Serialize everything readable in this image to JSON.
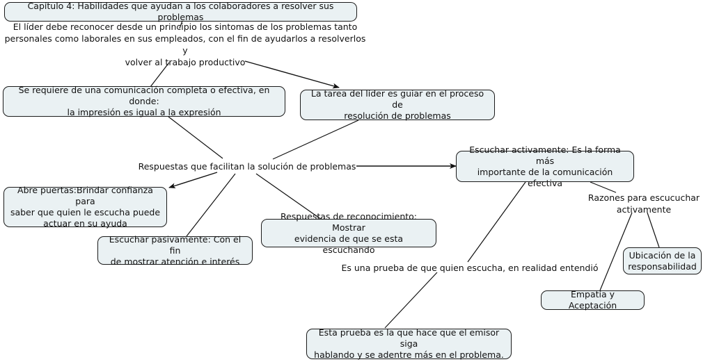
{
  "diagram": {
    "type": "concept-map",
    "title": "Capítulo 4: Habilidades que ayudan a los colaboradores a resolver sus problemas",
    "background_color": "#ffffff",
    "node_fill_color": "#eaf1f3",
    "node_border_color": "#1a1a1a",
    "text_color": "#111111"
  },
  "nodes": [
    {
      "id": "chapter",
      "text": "Capítulo 4: Habilidades que ayudan a los colaboradores a resolver sus problemas",
      "boxed": true
    },
    {
      "id": "leader-recognize",
      "text": "El líder debe reconocer desde un principio los sintomas de los problemas tanto\npersonales como laborales en sus empleados, con el fin de ayudarlos a resolverlos y\nvolver al trabajo productivo",
      "boxed": false
    },
    {
      "id": "communication",
      "text": "Se requiere de una comunicación completa o efectiva, en donde:\nla impresión es igual a la expresión",
      "boxed": true
    },
    {
      "id": "leader-task",
      "text": "La tarea del líder es guiar en el proceso de\nresolución de problemas",
      "boxed": true
    },
    {
      "id": "facilitating-answers",
      "text": "Respuestas que facilitan la solución de problemas",
      "boxed": false
    },
    {
      "id": "active-listening",
      "text": "Escuchar activamente: Es la forma más\nimportante de la comunicación efectiva",
      "boxed": true
    },
    {
      "id": "open-doors",
      "text": "Abre puertas:Brindar confianza para\nsaber que quien le escucha puede\nactuar en su ayuda",
      "boxed": true
    },
    {
      "id": "passive-listening",
      "text": "Escuchar pasivamente: Con el fin\nde mostrar atención e interés",
      "boxed": true
    },
    {
      "id": "acknowledgement-answers",
      "text": "Respuestas de reconocimiento: Mostrar\nevidencia de que se esta escuchando",
      "boxed": true
    },
    {
      "id": "reasons",
      "text": "Razones para escucuchar\nactivamente",
      "boxed": false
    },
    {
      "id": "responsibility",
      "text": "Ubicación de la\nresponsabilidad",
      "boxed": true
    },
    {
      "id": "empathy",
      "text": "Empatía y Aceptación",
      "boxed": true
    },
    {
      "id": "proof",
      "text": "Es una prueba de que quien escucha, en realidad entendió",
      "boxed": false
    },
    {
      "id": "proof-effect",
      "text": "Esta prueba es la que hace que el emisor siga\nhablando y se adentre más en el problema.",
      "boxed": true
    }
  ],
  "edges": [
    {
      "from": "chapter",
      "to": "leader-recognize",
      "arrow": false
    },
    {
      "from": "leader-recognize",
      "to": "communication",
      "arrow": false
    },
    {
      "from": "leader-recognize",
      "to": "leader-task",
      "arrow": true
    },
    {
      "from": "communication",
      "to": "facilitating-answers",
      "arrow": false
    },
    {
      "from": "leader-task",
      "to": "facilitating-answers",
      "arrow": false
    },
    {
      "from": "facilitating-answers",
      "to": "active-listening",
      "arrow": true
    },
    {
      "from": "facilitating-answers",
      "to": "open-doors",
      "arrow": true
    },
    {
      "from": "facilitating-answers",
      "to": "passive-listening",
      "arrow": false
    },
    {
      "from": "facilitating-answers",
      "to": "acknowledgement-answers",
      "arrow": false
    },
    {
      "from": "active-listening",
      "to": "proof",
      "arrow": false
    },
    {
      "from": "active-listening",
      "to": "reasons",
      "arrow": false
    },
    {
      "from": "reasons",
      "to": "responsibility",
      "arrow": false
    },
    {
      "from": "reasons",
      "to": "empathy",
      "arrow": false
    },
    {
      "from": "proof",
      "to": "proof-effect",
      "arrow": false
    }
  ]
}
